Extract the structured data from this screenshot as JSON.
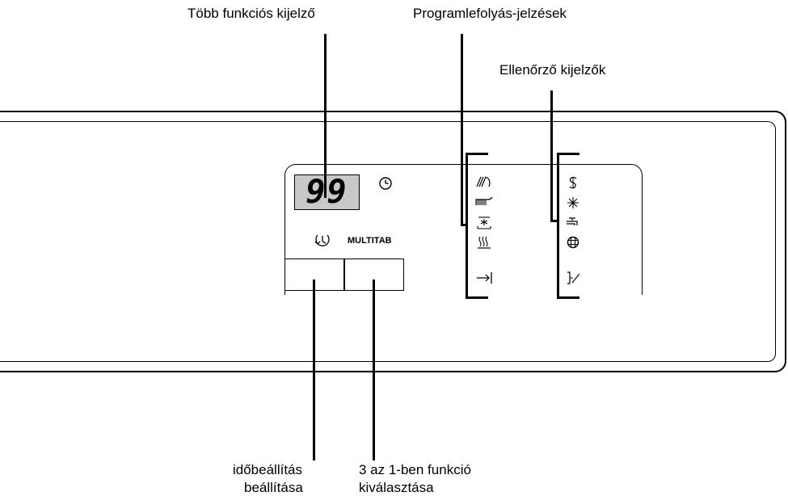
{
  "labels": {
    "display": "Több funkciós kijelző",
    "program": "Programlefolyás-jelzések",
    "control": "Ellenőrző kijelzők",
    "time_line1": "időbeállítás",
    "time_line2": "beállítása",
    "multi_line1": "3 az 1-ben funkció",
    "multi_line2": "kiválasztása"
  },
  "display_value": "99",
  "multitab_label": "MULTITAB",
  "program_icons": [
    {
      "name": "prewash-icon",
      "glyph": "⫽"
    },
    {
      "name": "wash-icon",
      "glyph": "⫼"
    },
    {
      "name": "rinse-icon",
      "glyph": "⁂"
    },
    {
      "name": "dry-icon",
      "glyph": "≋"
    },
    {
      "name": "end-icon",
      "glyph": "→|"
    }
  ],
  "control_icons": [
    {
      "name": "salt-icon",
      "glyph": "S"
    },
    {
      "name": "rinse-aid-icon",
      "glyph": "✳"
    },
    {
      "name": "water-tap-icon",
      "glyph": "⊤"
    },
    {
      "name": "filter-icon",
      "glyph": "⊕"
    },
    {
      "name": "door-icon",
      "glyph": "]"
    }
  ]
}
